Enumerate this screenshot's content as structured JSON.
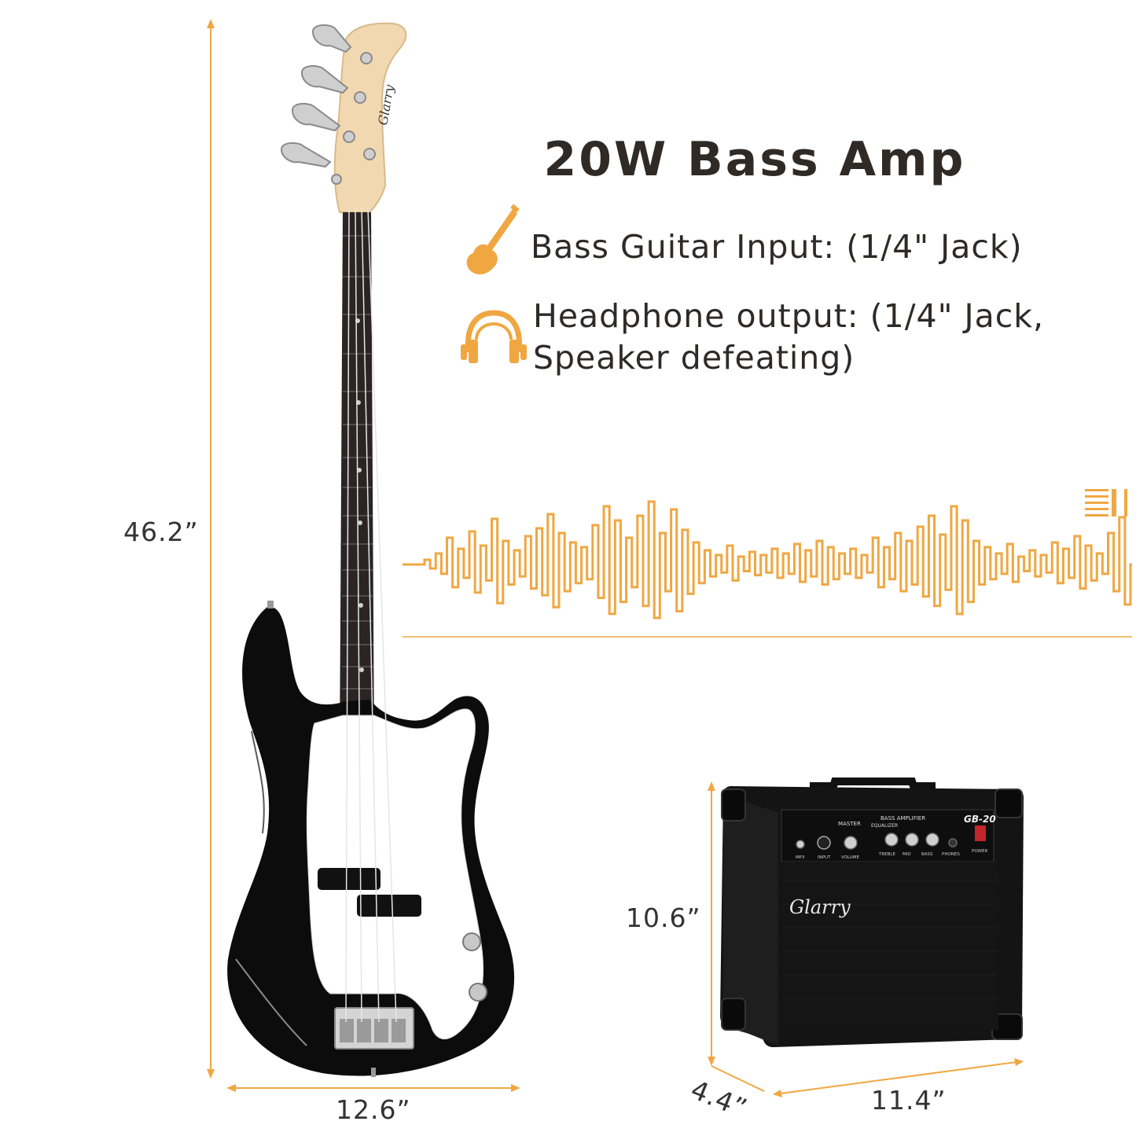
{
  "title": "20W Bass Amp",
  "features": [
    {
      "icon": "guitar-icon",
      "text": "Bass Guitar Input: (1/4\" Jack)"
    },
    {
      "icon": "headphone-icon",
      "text_line1": "Headphone output: (1/4\" Jack,",
      "text_line2": "Speaker defeating)"
    }
  ],
  "dimensions": {
    "guitar_height": "46.2”",
    "guitar_width": "12.6”",
    "amp_height": "10.6”",
    "amp_depth": "4.4”",
    "amp_width": "11.4”"
  },
  "amp_panel": {
    "header_left": "MASTER",
    "header_center": "BASS  AMPLIFIER",
    "header_sub": "EQUALIZER",
    "model": "GB-20",
    "labels": [
      "MP3",
      "INPUT",
      "VOLUME",
      "TREBLE",
      "MID",
      "BASS",
      "PHONES",
      "POWER"
    ]
  },
  "brand": "Glarry",
  "colors": {
    "accent": "#f0a742",
    "text": "#2f2a26",
    "guitar_body": "#0c0c0c",
    "pickguard": "#ffffff",
    "headstock": "#f2d8b0"
  }
}
